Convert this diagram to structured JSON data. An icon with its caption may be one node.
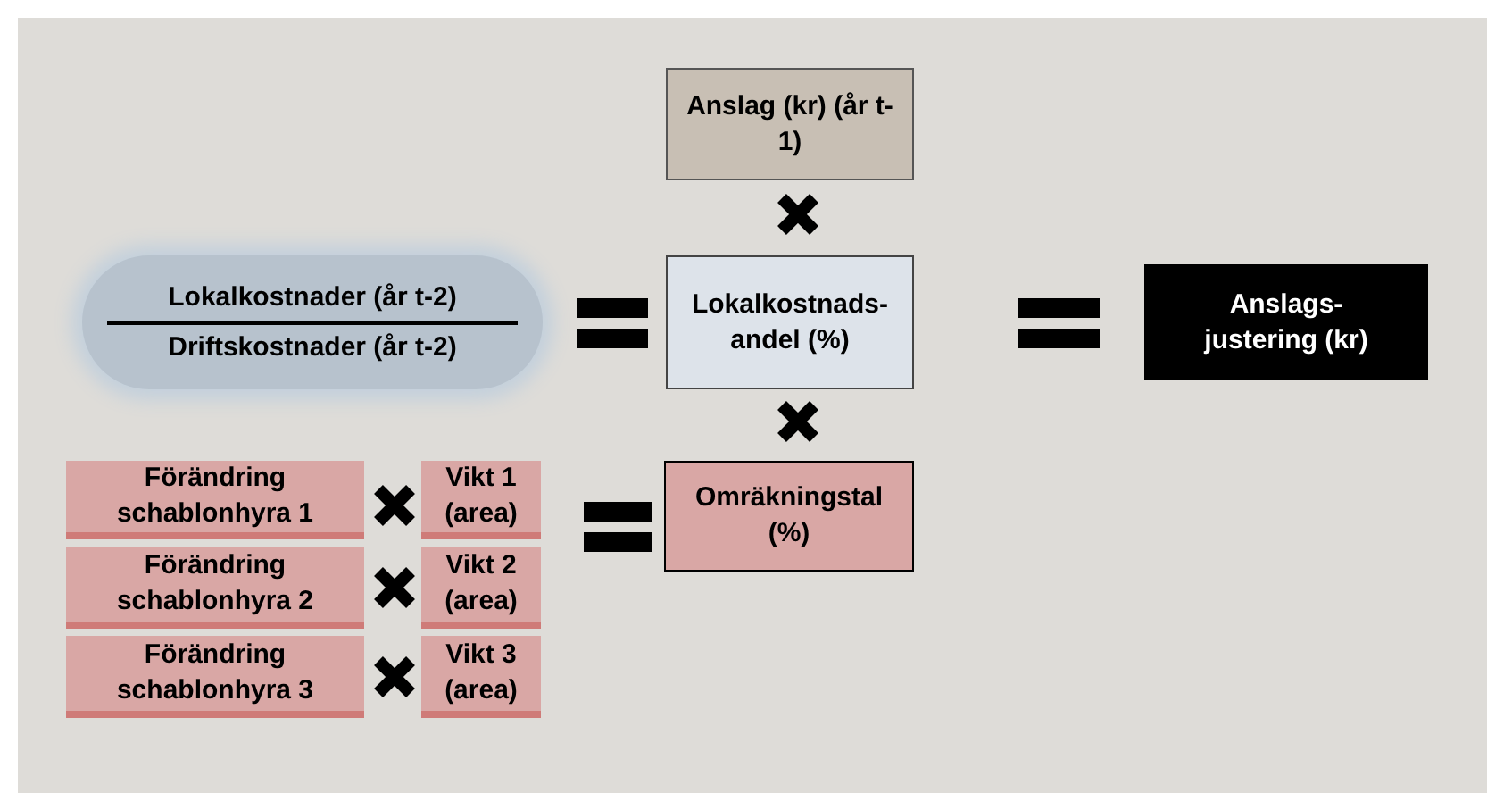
{
  "diagram": {
    "nodes": [
      {
        "text": [
          "Anslag (kr) (år t-1)"
        ]
      },
      {
        "text": [
          "Lokalkostnader (år t-2)",
          "Driftskostnader (år t-2)"
        ]
      },
      {
        "text": [
          "Lokalkostnads-andel (%)"
        ]
      },
      {
        "text": [
          "Anslags-justering (kr)"
        ]
      },
      {
        "text": [
          "Förändring schablonhyra 1"
        ]
      },
      {
        "text": [
          "Vikt 1 (area)"
        ]
      },
      {
        "text": [
          "Omräkningstal (%)"
        ]
      },
      {
        "text": [
          "Förändring schablonhyra 2"
        ]
      },
      {
        "text": [
          "Vikt 2 (area)"
        ]
      },
      {
        "text": [
          "Förändring schablonhyra 3"
        ]
      },
      {
        "text": [
          "Vikt 3 (area)"
        ]
      }
    ]
  }
}
